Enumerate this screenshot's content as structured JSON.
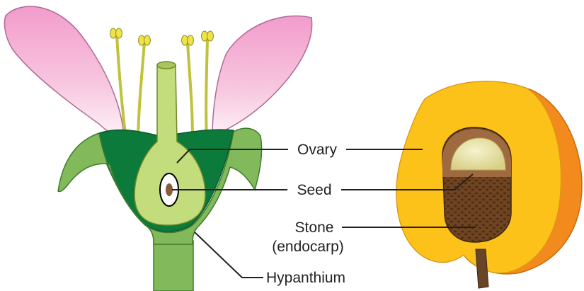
{
  "labels": {
    "ovary": "Ovary",
    "seed": "Seed",
    "stone_line1": "Stone",
    "stone_line2": "(endocarp)",
    "hypanthium": "Hypanthium"
  },
  "colors": {
    "petal": "#f4a8cf",
    "receptacle_dark": "#0b7a3a",
    "hypanthium": "#82b95a",
    "pistil": "#c3dc7c",
    "filament": "#bfc23a",
    "anther": "#efe24a",
    "seed": "#8a5a3c",
    "peach_flesh": "#fdc21a",
    "peach_skin": "#f38a1e",
    "stone": "#6e4421",
    "kernel": "#e9e3a6",
    "stem": "#6a4426",
    "leader": "#231f20"
  }
}
